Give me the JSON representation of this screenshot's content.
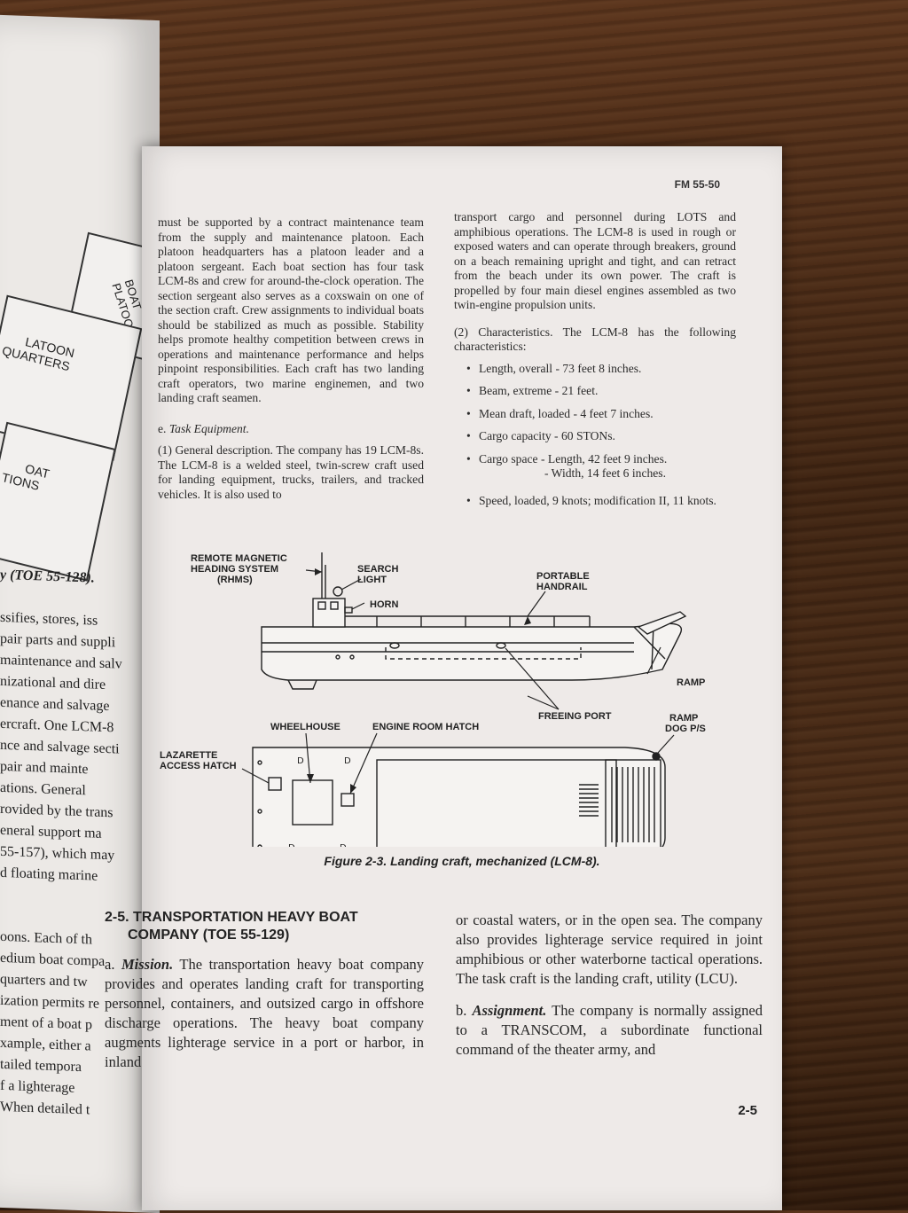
{
  "left_page": {
    "org_boxes": [
      "BOAT PLATOONS",
      "PLATOON HEADQUARTERS",
      "BOAT OPERATIONS"
    ],
    "org_boxes_partial": [
      "BOAT\nPLATOONS",
      "LATOON\nQUARTERS",
      "OAT\nTIONS"
    ],
    "lines": [
      "y (TOE 55-128).",
      "",
      "ssifies, stores, iss",
      "pair parts and suppli",
      "maintenance and salv",
      "nizational and dire",
      "enance and salvage",
      "ercraft. One LCM-8",
      "nce and salvage secti",
      "pair and mainte",
      "ations. General",
      "rovided by the trans",
      "eneral support ma",
      "55-157), which may",
      "d floating marine",
      "",
      "",
      "oons. Each of th",
      "edium boat compa",
      "quarters and tw",
      "ization permits re",
      "ment of a boat p",
      "xample, either a",
      "tailed tempora",
      "f a lighterage",
      "When detailed t"
    ]
  },
  "header": {
    "doc_id": "FM 55-50"
  },
  "col1": {
    "p1": "must be supported by a contract maintenance team from the supply and maintenance platoon. Each platoon headquarters has a platoon leader and a platoon sergeant. Each boat section has four task LCM-8s and crew for around-the-clock operation. The section sergeant also serves as a coxswain on one of the section craft. Crew assignments to individual boats should be stabilized as much as possible. Stability helps promote healthy competition between crews in operations and maintenance performance and helps pinpoint responsibilities. Each craft has two landing craft operators, two marine enginemen, and two landing craft seamen.",
    "e_label": "e.",
    "e_title": "Task Equipment.",
    "e_text": "(1) General description. The company has 19 LCM-8s. The LCM-8 is a welded steel, twin-screw craft used for landing equipment, trucks, trailers, and tracked vehicles. It is also used to"
  },
  "col2": {
    "p1": "transport cargo and personnel during LOTS and amphibious operations. The LCM-8 is used in rough or exposed waters and can operate through breakers, ground on a beach remaining upright and tight, and can retract from the beach under its own power. The craft is propelled by four main diesel engines assembled as two twin-engine propulsion units.",
    "p2": "(2) Characteristics. The LCM-8 has the following characteristics:",
    "chars": [
      "Length, overall - 73 feet 8 inches.",
      "Beam, extreme - 21 feet.",
      "Mean draft, loaded - 4 feet 7 inches.",
      "Cargo capacity - 60 STONs."
    ],
    "cargo_space_1": "Cargo space - Length, 42 feet 9 inches.",
    "cargo_space_2": "- Width, 14 feet 6 inches.",
    "speed": "Speed, loaded, 9 knots; modification II, 11 knots."
  },
  "diagram_labels": {
    "rhms_1": "REMOTE MAGNETIC",
    "rhms_2": "HEADING SYSTEM",
    "rhms_3": "(RHMS)",
    "search_1": "SEARCH",
    "search_2": "LIGHT",
    "handrail_1": "PORTABLE",
    "handrail_2": "HANDRAIL",
    "horn": "HORN",
    "ramp": "RAMP",
    "freeing_port": "FREEING PORT",
    "wheelhouse": "WHEELHOUSE",
    "engine_hatch": "ENGINE ROOM HATCH",
    "ramp_dog_1": "RAMP",
    "ramp_dog_2": "DOG P/S",
    "lazarette_1": "LAZARETTE",
    "lazarette_2": "ACCESS HATCH"
  },
  "figure_caption": "Figure 2-3. Landing craft, mechanized (LCM-8).",
  "section_2_5": {
    "title_1": "2-5. TRANSPORTATION HEAVY BOAT",
    "title_2": "COMPANY (TOE 55-129)",
    "a_label": "a.",
    "a_title": "Mission.",
    "a_text": "The transportation heavy boat company provides and operates landing craft for transporting personnel, containers, and outsized cargo in offshore discharge operations. The heavy boat company augments lighterage service in a port or harbor, in inland",
    "col2_text": "or coastal waters, or in the open sea. The company also provides lighterage service required in joint amphibious or other waterborne tactical operations. The task craft is the landing craft, utility (LCU).",
    "b_label": "b.",
    "b_title": "Assignment.",
    "b_text": "The company is normally assigned to a TRANSCOM, a subordinate functional command of the theater army, and"
  },
  "page_number": "2-5"
}
